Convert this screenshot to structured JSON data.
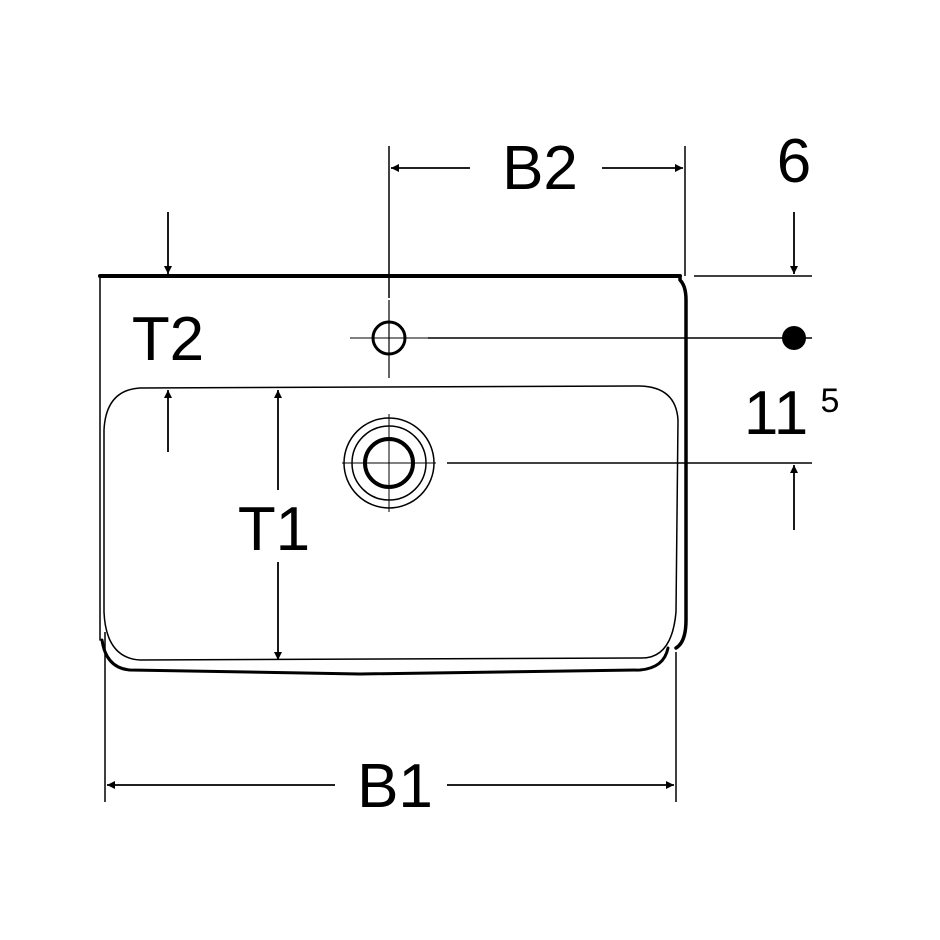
{
  "labels": {
    "b1": "B1",
    "b2": "B2",
    "t1": "T1",
    "t2": "T2",
    "rim_offset": "6",
    "hole_offset_main": "11",
    "hole_offset_sup": "5"
  }
}
